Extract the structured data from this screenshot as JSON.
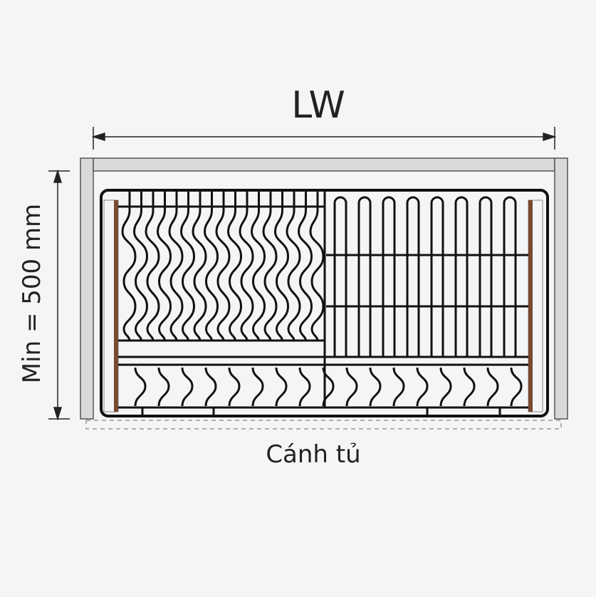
{
  "width_label": "LW",
  "height_label": "Min = 500 mm",
  "door_label": "Cánh tủ",
  "colors": {
    "background": "#f4f5f7",
    "cabinet": "#d9d9d9",
    "wire": "#111111",
    "wood": "#7a4a2e"
  }
}
